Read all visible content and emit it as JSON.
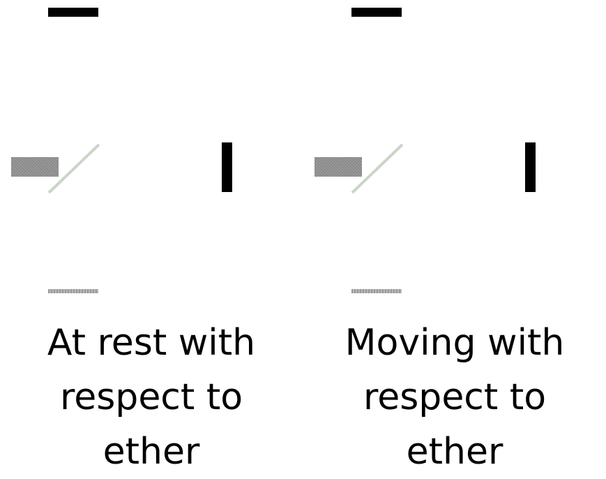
{
  "panels": [
    {
      "caption_lines": [
        "At rest with",
        "respect to",
        "ether"
      ]
    },
    {
      "caption_lines": [
        "Moving with",
        "respect to",
        "ether"
      ]
    }
  ],
  "colors": {
    "mirror": "#000000",
    "source": "#8a8a8a",
    "splitter": "#c9d6c6",
    "detector": "#a8a8a8"
  }
}
